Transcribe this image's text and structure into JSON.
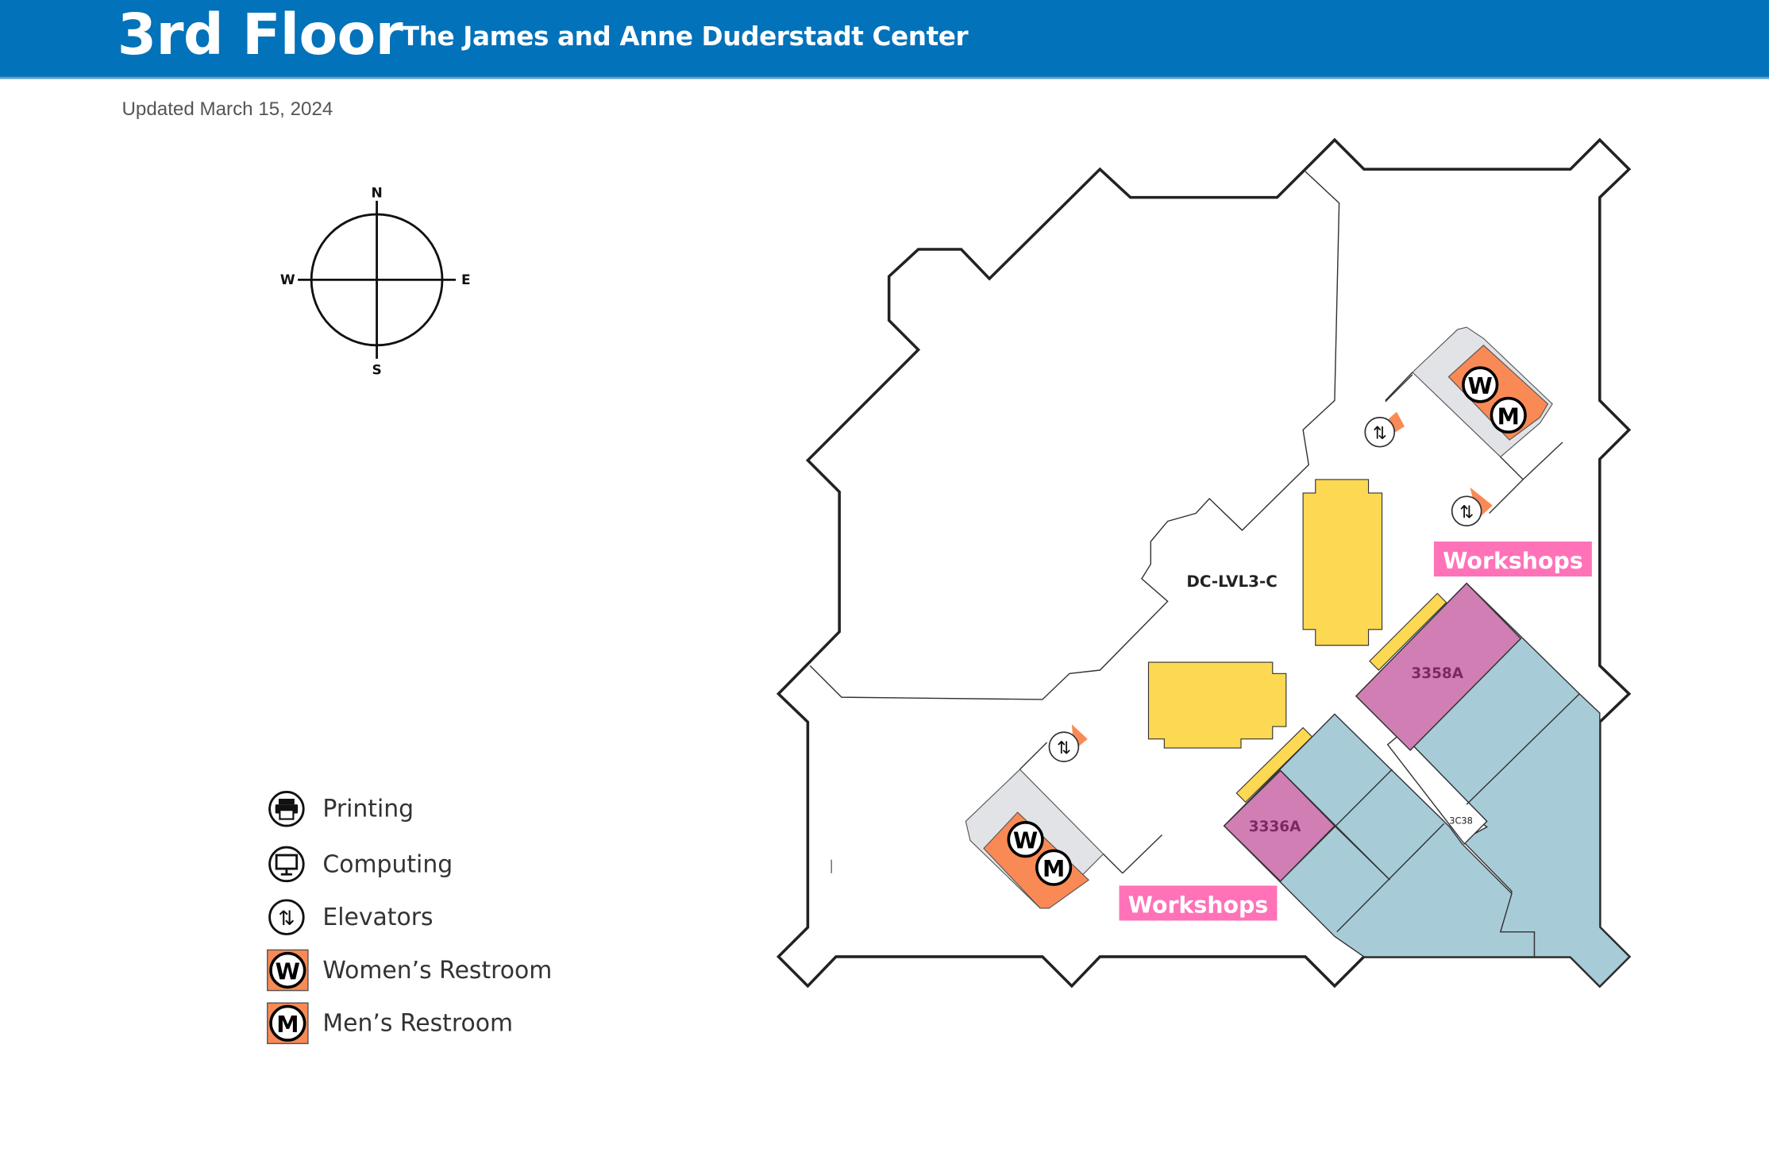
{
  "header": {
    "title": "3rd Floor",
    "subtitle": "The James and Anne Duderstadt Center"
  },
  "updated": "Updated March 15, 2024",
  "compass": {
    "n": "N",
    "s": "S",
    "e": "E",
    "w": "W"
  },
  "legend": [
    {
      "icon": "printer-icon",
      "label": "Printing"
    },
    {
      "icon": "monitor-icon",
      "label": "Computing"
    },
    {
      "icon": "elevator-icon",
      "label": "Elevators"
    },
    {
      "icon": "womens-restroom-icon",
      "label": "Women’s Restroom",
      "letter": "W"
    },
    {
      "icon": "mens-restroom-icon",
      "label": "Men’s Restroom",
      "letter": "M"
    }
  ],
  "map": {
    "area_label": "DC-LVL3-C",
    "rooms": {
      "r1": "3358A",
      "r2": "3336A",
      "r3": "3C38"
    },
    "workshops_label": "Workshops",
    "women": "W",
    "men": "M"
  },
  "colors": {
    "header": "#0272BA",
    "yellow": "#FDD853",
    "magenta": "#D17EB5",
    "blue": "#A7CCD8",
    "orange": "#F98A55",
    "pink": "#FF72B8",
    "grey": "#E1E3E6"
  }
}
